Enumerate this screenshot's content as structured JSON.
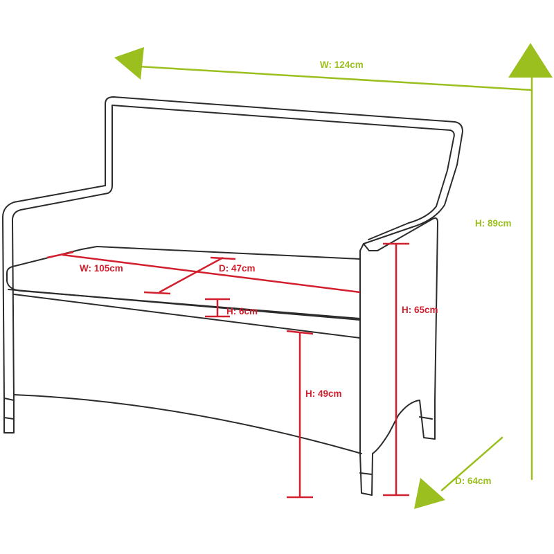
{
  "colors": {
    "outline": "#2b2b2b",
    "overall_dimension": "#9bbf1e",
    "component_dimension": "#d21f2e"
  },
  "icons": [
    "arrow-head-left",
    "arrow-head-up",
    "arrow-head-down-left"
  ],
  "overall": {
    "width": "W: 124cm",
    "height": "H: 89cm",
    "depth": "D: 64cm"
  },
  "seat_cushion": {
    "width": "W: 105cm",
    "depth": "D: 47cm",
    "thickness": "H: 6cm"
  },
  "heights": {
    "seat_to_floor": "H: 49cm",
    "arm_to_floor": "H: 65cm"
  }
}
